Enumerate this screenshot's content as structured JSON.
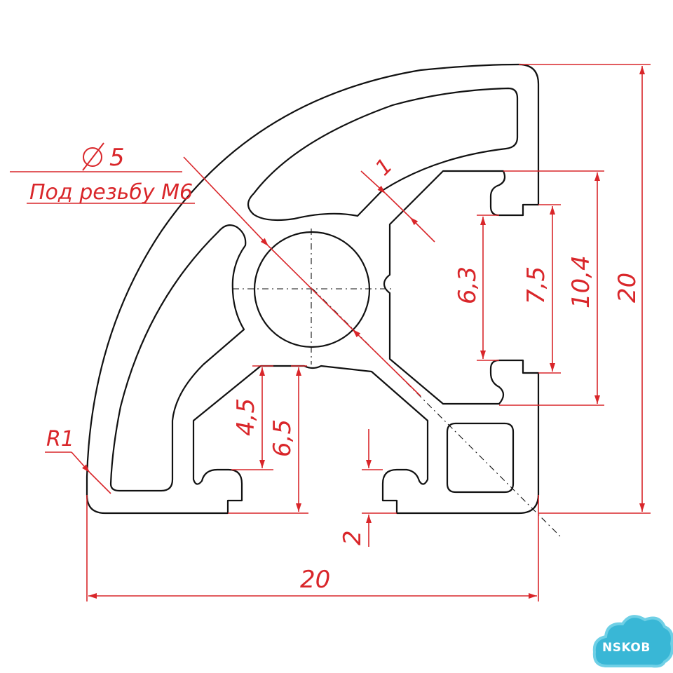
{
  "colors": {
    "dimension": "#d9262a",
    "outline": "#111111",
    "logo_fill": "#39b7d6"
  },
  "labels": {
    "hole_diameter": "5",
    "thread_note": "Под резьбу М6",
    "radius": "R1",
    "slot_depth_4_5": "4,5",
    "slot_depth_6_5": "6,5",
    "lip_2": "2",
    "wall_1": "1",
    "slot_6_3": "6,3",
    "slot_7_5": "7,5",
    "slot_10_4": "10,4",
    "height_20": "20",
    "width_20": "20"
  },
  "symbols": {
    "diameter": "diameter-symbol"
  },
  "logo": {
    "text": "NSKOB"
  }
}
